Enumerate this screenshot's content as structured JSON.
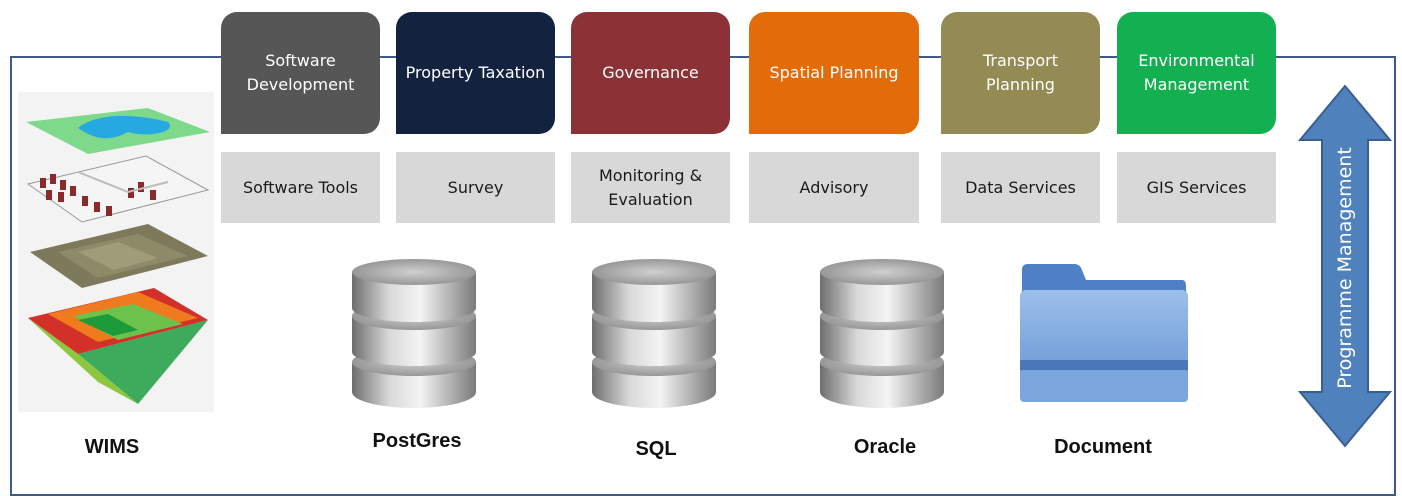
{
  "top_cards": [
    {
      "label": "Software Development",
      "color": "#565656"
    },
    {
      "label": "Property Taxation",
      "color": "#13233f"
    },
    {
      "label": "Governance",
      "color": "#8c3236"
    },
    {
      "label": "Spatial Planning",
      "color": "#e26b0a"
    },
    {
      "label": "Transport Planning",
      "color": "#948a54"
    },
    {
      "label": "Environmental Management",
      "color": "#12b050"
    }
  ],
  "sub_cards": [
    {
      "label": "Software  Tools"
    },
    {
      "label": "Survey"
    },
    {
      "label": "Monitoring  & Evaluation"
    },
    {
      "label": "Advisory"
    },
    {
      "label": "Data Services"
    },
    {
      "label": "GIS Services"
    }
  ],
  "bottom_labels": {
    "wims": "WIMS",
    "postgres": "PostGres",
    "sql": "SQL",
    "oracle": "Oracle",
    "document": "Document"
  },
  "side_arrow_label": "Programme Management",
  "colors": {
    "frame": "#3f5a88",
    "arrow": "#4f81bd"
  }
}
